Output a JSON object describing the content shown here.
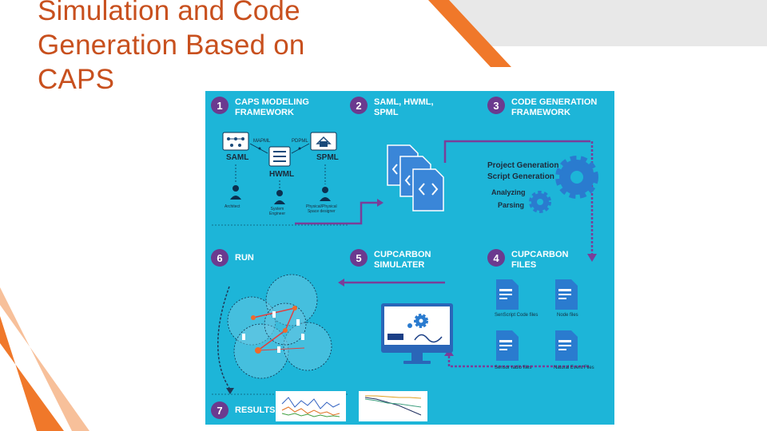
{
  "slide": {
    "title": "Simulation and Code Generation Based on CAPS",
    "colors": {
      "title": "#c8501e",
      "diagram_bg": "#1db5d8",
      "badge": "#6b3a8f",
      "accent_orange": "#f0782a",
      "grey_bar": "#e8e8e8"
    }
  },
  "diagram": {
    "sections": [
      {
        "num": "1",
        "title": "CAPS MODELING\nFRAMEWORK"
      },
      {
        "num": "2",
        "title": "SAML, HWML,\nSPML"
      },
      {
        "num": "3",
        "title": "CODE GENERATION\nFRAMEWORK"
      },
      {
        "num": "4",
        "title": "CUPCARBON\nFILES"
      },
      {
        "num": "5",
        "title": "CUPCARBON\nSIMULATER"
      },
      {
        "num": "6",
        "title": "RUN"
      },
      {
        "num": "7",
        "title": "RESULTS"
      }
    ],
    "modeling": {
      "saml": "SAML",
      "hwml": "HWML",
      "spml": "SPML",
      "link_left": "MAPML",
      "link_right": "PDPML",
      "roles": [
        "Architect",
        "System\nEngineer",
        "Physical/Physical\nSpace designer"
      ]
    },
    "codegen": {
      "steps": [
        "Project Generation",
        "Script Generation",
        "Analyzing",
        "Parsing"
      ]
    },
    "files": [
      "SenScript Code files",
      "Node files",
      "Sensor radio files",
      "Natural Event Files"
    ],
    "icons": {
      "docs": "code-document-icon",
      "gears": "gear-icon",
      "monitor": "monitor-gear-icon"
    }
  }
}
